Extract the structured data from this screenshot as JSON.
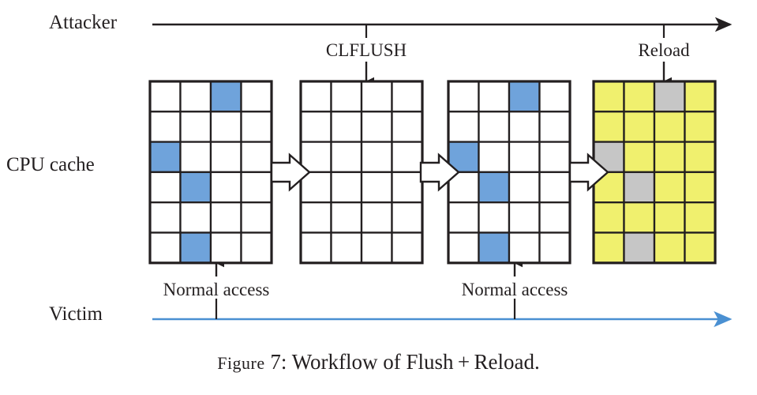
{
  "figure": {
    "caption_prefix": "Figure",
    "caption_number": "7:",
    "caption_text": "Workflow of Flush + Reload."
  },
  "lanes": {
    "attacker": {
      "label": "Attacker",
      "line_color": "#231f20"
    },
    "victim": {
      "label": "Victim",
      "line_color": "#4A90D2"
    },
    "cpu_cache": {
      "label": "CPU cache"
    }
  },
  "operations": {
    "clflush": {
      "label": "CLFLUSH"
    },
    "reload": {
      "label": "Reload"
    },
    "normal_access_1": {
      "label": "Normal access"
    },
    "normal_access_2": {
      "label": "Normal access"
    }
  },
  "colors": {
    "cached_blue": "#6FA3DB",
    "reload_yellow": "#F0F06E",
    "evicted_gray": "#C6C6C6",
    "empty_white": "#FFFFFF",
    "grid_stroke": "#231f20",
    "victim_blue": "#4A90D2"
  },
  "grids": [
    {
      "name": "cache-state-initial",
      "rows": 6,
      "cols": 4,
      "cells": [
        [
          "white",
          "white",
          "blue",
          "white"
        ],
        [
          "white",
          "white",
          "white",
          "white"
        ],
        [
          "blue",
          "white",
          "white",
          "white"
        ],
        [
          "white",
          "blue",
          "white",
          "white"
        ],
        [
          "white",
          "white",
          "white",
          "white"
        ],
        [
          "white",
          "blue",
          "white",
          "white"
        ]
      ]
    },
    {
      "name": "cache-state-flushed",
      "rows": 6,
      "cols": 4,
      "cells": [
        [
          "white",
          "white",
          "white",
          "white"
        ],
        [
          "white",
          "white",
          "white",
          "white"
        ],
        [
          "white",
          "white",
          "white",
          "white"
        ],
        [
          "white",
          "white",
          "white",
          "white"
        ],
        [
          "white",
          "white",
          "white",
          "white"
        ],
        [
          "white",
          "white",
          "white",
          "white"
        ]
      ]
    },
    {
      "name": "cache-state-victim-access",
      "rows": 6,
      "cols": 4,
      "cells": [
        [
          "white",
          "white",
          "blue",
          "white"
        ],
        [
          "white",
          "white",
          "white",
          "white"
        ],
        [
          "blue",
          "white",
          "white",
          "white"
        ],
        [
          "white",
          "blue",
          "white",
          "white"
        ],
        [
          "white",
          "white",
          "white",
          "white"
        ],
        [
          "white",
          "blue",
          "white",
          "white"
        ]
      ]
    },
    {
      "name": "cache-state-reloaded",
      "rows": 6,
      "cols": 4,
      "cells": [
        [
          "yellow",
          "yellow",
          "gray",
          "yellow"
        ],
        [
          "yellow",
          "yellow",
          "yellow",
          "yellow"
        ],
        [
          "gray",
          "yellow",
          "yellow",
          "yellow"
        ],
        [
          "yellow",
          "gray",
          "yellow",
          "yellow"
        ],
        [
          "yellow",
          "yellow",
          "yellow",
          "yellow"
        ],
        [
          "yellow",
          "gray",
          "yellow",
          "yellow"
        ]
      ]
    }
  ],
  "flow_arrows": [
    {
      "name": "flow-arrow-1"
    },
    {
      "name": "flow-arrow-2"
    },
    {
      "name": "flow-arrow-3"
    }
  ]
}
